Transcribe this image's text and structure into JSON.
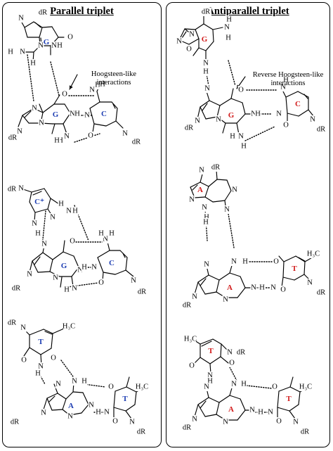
{
  "panels": {
    "parallel_title": "Parallel triplet",
    "antiparallel_title": "Antiparallel triplet"
  },
  "annotations": {
    "parallel_note": "Hoogsteen-like interactions",
    "antiparallel_note": "Reverse Hoogsteen-like interactions"
  },
  "atom_labels": {
    "N": "N",
    "H": "H",
    "O": "O",
    "dR": "dR",
    "CH3": "H₃C"
  },
  "bases": {
    "G": "G",
    "C": "C",
    "C_plus": "C⁺",
    "A": "A",
    "T": "T"
  },
  "colors": {
    "parallel_label": "#1f3fb3",
    "antiparallel_label": "#d21c1c",
    "line": "#000000"
  }
}
